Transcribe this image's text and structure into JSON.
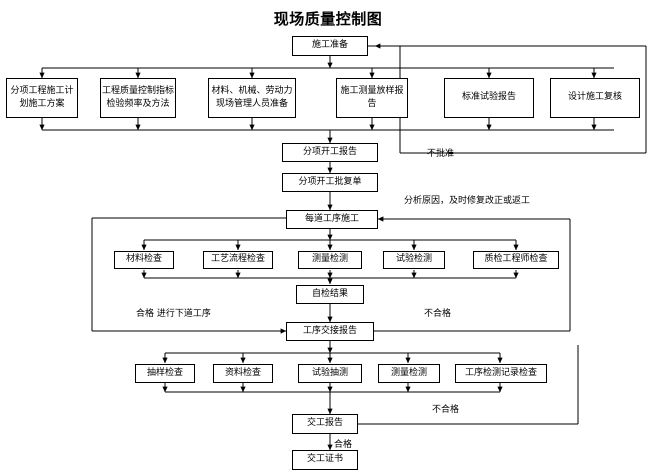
{
  "title": "现场质量控制图",
  "nodes": {
    "start": {
      "label": "施工准备"
    },
    "prep_row": [
      {
        "label": "分项工程施工计划施工方案"
      },
      {
        "label": "工程质量控制指标检验频率及方法"
      },
      {
        "label": "材料、机械、劳动力现场管理人员准备"
      },
      {
        "label": "施工测量放样报告"
      },
      {
        "label": "标准试验报告"
      },
      {
        "label": "设计施工复核"
      }
    ],
    "start_report": {
      "label": "分项开工报告"
    },
    "approval": {
      "label": "分项开工批复单"
    },
    "process": {
      "label": "每道工序施工"
    },
    "self_check_row": [
      {
        "label": "材料检查"
      },
      {
        "label": "工艺流程检查"
      },
      {
        "label": "测量检测"
      },
      {
        "label": "试验检测"
      },
      {
        "label": "质检工程师检查"
      }
    ],
    "self_result": {
      "label": "自检结果"
    },
    "handover": {
      "label": "工序交接报告"
    },
    "accept_row": [
      {
        "label": "抽样检查"
      },
      {
        "label": "资料检查"
      },
      {
        "label": "试验抽测"
      },
      {
        "label": "测量检测"
      },
      {
        "label": "工序检测记录检查"
      }
    ],
    "final_report": {
      "label": "交工报告"
    },
    "certificate": {
      "label": "交工证书"
    }
  },
  "edge_labels": {
    "not_approved": "不批准",
    "analyze_cause": "分析原因，及时修复改正或返工",
    "pass_next": "合格 进行下道工序",
    "fail_self": "不合格",
    "fail_final": "不合格",
    "pass_final": "合格"
  },
  "colors": {
    "line": "#000000",
    "box_border": "#000000",
    "box_fill": "#ffffff",
    "text": "#000000",
    "background": "#ffffff"
  }
}
